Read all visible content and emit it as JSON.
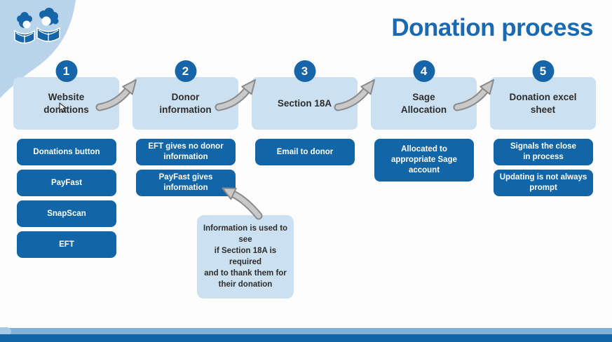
{
  "slide": {
    "title": "Donation process"
  },
  "colors": {
    "dark_blue": "#1266a7",
    "circle_blue": "#1565a8",
    "light_blue_box": "#cbe0f0",
    "corner_blue": "#b9d3ea",
    "title_blue": "#1b6ab1",
    "arrow_gray": "#c9c9c9",
    "arrow_outline_gray": "#8a8a8a",
    "stripe_light_blue": "#7fb1d9",
    "stripe_dark_blue": "#1266a7"
  },
  "steps": [
    {
      "number": "1",
      "label": "Website\ndonations",
      "items": [
        "Donations button",
        "PayFast",
        "SnapScan",
        "EFT"
      ]
    },
    {
      "number": "2",
      "label": "Donor\ninformation",
      "items": [
        "EFT gives no donor\ninformation",
        "PayFast gives\ninformation"
      ]
    },
    {
      "number": "3",
      "label": "Section 18A",
      "items": [
        "Email to donor"
      ]
    },
    {
      "number": "4",
      "label": "Sage\nAllocation",
      "items": [
        "Allocated to\nappropriate Sage\naccount"
      ]
    },
    {
      "number": "5",
      "label": "Donation excel\nsheet",
      "items": [
        "Signals the close\nin process",
        "Updating is not always\nprompt"
      ]
    }
  ],
  "note": {
    "text": "Information is used to see\nif Section 18A is required\nand to thank them for\ntheir donation"
  }
}
